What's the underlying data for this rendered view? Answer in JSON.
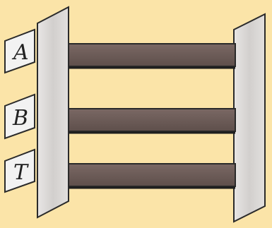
{
  "labels": {
    "top": "A",
    "middle": "B",
    "bottom": "T"
  },
  "colors": {
    "background": "#fbe4a8",
    "panel": "#d9d6d4",
    "panel_edge": "#2a2a2a",
    "shelf": "#6b5a56",
    "tag": "#f2f2f2"
  }
}
